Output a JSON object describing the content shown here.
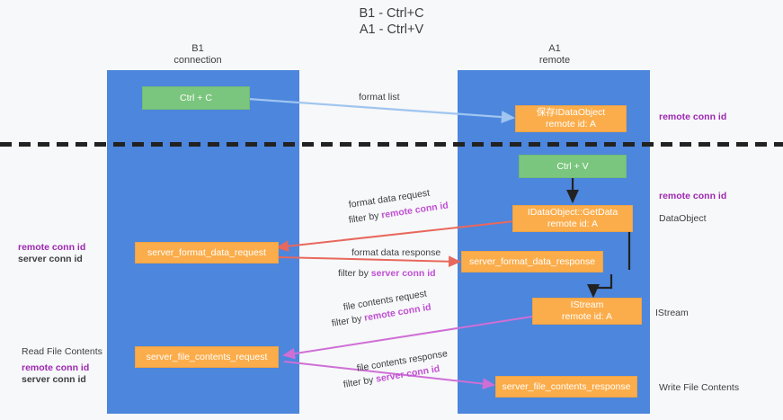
{
  "title": {
    "line1": "B1 - Ctrl+C",
    "line2": "A1 - Ctrl+V"
  },
  "columns": [
    {
      "name": "B1",
      "sub": "connection"
    },
    {
      "name": "A1",
      "sub": "remote"
    }
  ],
  "nodes": {
    "ctrl_c": {
      "label": "Ctrl + C",
      "color": "#7bc67e"
    },
    "ctrl_v": {
      "label": "Ctrl + V",
      "color": "#7bc67e"
    },
    "idataobject_top": {
      "line1": "保存IDataObject",
      "line2": "remote id: A",
      "color": "#fbad4b"
    },
    "getdata": {
      "line1": "IDataObject::GetData",
      "line2": "remote id: A",
      "color": "#fbad4b"
    },
    "istream": {
      "line1": "IStream",
      "line2": "remote id: A",
      "color": "#fbad4b"
    },
    "server_format_data_request": {
      "label": "server_format_data_request",
      "color": "#fbad4b"
    },
    "server_format_data_response": {
      "label": "server_format_data_response",
      "color": "#fbad4b"
    },
    "server_file_contents_request": {
      "label": "server_file_contents_request",
      "color": "#fbad4b"
    },
    "server_file_contents_response": {
      "label": "server_file_contents_response",
      "color": "#fbad4b"
    }
  },
  "edges": {
    "format_list": {
      "label": "format list"
    },
    "format_data_request": {
      "label": "format data request",
      "filter_prefix": "filter by ",
      "filter_key": "remote conn id"
    },
    "format_data_response": {
      "label": "format data response",
      "filter_prefix": "filter by ",
      "filter_key": "server conn id"
    },
    "file_contents_request": {
      "label": "file contents request",
      "filter_prefix": "filter by ",
      "filter_key": "remote conn id"
    },
    "file_contents_response": {
      "label": "file contents response",
      "filter_prefix": "filter by ",
      "filter_key": "server conn id"
    }
  },
  "annotations": {
    "right_remote_conn_id_top": "remote conn id",
    "right_remote_conn_id_mid": "remote conn id",
    "right_dataobject": "DataObject",
    "right_istream": "IStream",
    "right_write_file_contents": "Write File Contents",
    "left_remote_conn_id": "remote conn id",
    "left_server_conn_id": "server conn id",
    "left_read_file_contents": "Read File Contents",
    "left_remote_conn_id_2": "remote conn id",
    "left_server_conn_id_2": "server conn id"
  },
  "colors": {
    "lane": "#4c86dd",
    "green_node": "#7bc67e",
    "orange_node": "#fbad4b",
    "purple": "#9c27b0",
    "magenta": "#c04fd4",
    "green_text": "#64b45f",
    "arrow_blue": "#9fc5f0",
    "arrow_red": "#e8685d",
    "arrow_magenta": "#cf6fd6",
    "arrow_black": "#222222",
    "background": "#f7f8f9"
  }
}
